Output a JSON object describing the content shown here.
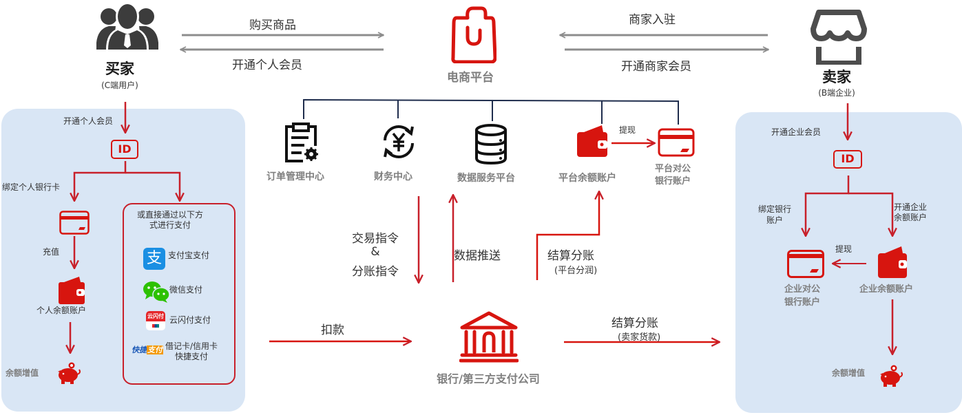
{
  "colors": {
    "accent_red": "#d7150f",
    "arrow_red": "#c8202a",
    "panel_blue": "#d9e6f5",
    "connector_navy": "#1f2d4d",
    "gray_arrow": "#8c8c8c",
    "icon_dark": "#3c3c3c",
    "label_gray": "#7f7f7f"
  },
  "buyer": {
    "icon": "users-icon",
    "title": "买家",
    "subtitle": "(C端用户)"
  },
  "platform": {
    "icon": "shopping-bag-icon",
    "title": "电商平台"
  },
  "seller": {
    "icon": "storefront-icon",
    "title": "卖家",
    "subtitle": "(B端企业)"
  },
  "top_flows": {
    "buy_goods": "购买商品",
    "open_personal_member": "开通个人会员",
    "merchant_join": "商家入驻",
    "open_merchant_member": "开通商家会员"
  },
  "platform_modules": [
    {
      "icon": "order-clipboard-gear-icon",
      "label": "订单管理中心"
    },
    {
      "icon": "yuan-refresh-icon",
      "label": "财务中心"
    },
    {
      "icon": "database-icon",
      "label": "数据服务平台"
    },
    {
      "icon": "wallet-icon",
      "label": "平台余额账户"
    },
    {
      "icon": "bank-card-icon",
      "label_line1": "平台对公",
      "label_line2": "银行账户"
    }
  ],
  "platform_withdraw": "提现",
  "middle_flows": {
    "trade_line1": "交易指令",
    "trade_line2": "&",
    "trade_line3": "分账指令",
    "data_push": "数据推送",
    "settle_platform": "结算分账",
    "settle_platform_sub": "(平台分润)",
    "deduct": "扣款",
    "settle_seller": "结算分账",
    "settle_seller_sub": "(卖家货款)"
  },
  "bank": {
    "icon": "bank-building-icon",
    "title": "银行/第三方支付公司"
  },
  "buyer_panel": {
    "open_member": "开通个人会员",
    "id_label": "ID",
    "bind_card": "绑定个人银行卡",
    "recharge": "充值",
    "balance_account": "个人余额账户",
    "appreciation": "余额增值",
    "pay_box_title_line1": "或直接通过以下方",
    "pay_box_title_line2": "式进行支付",
    "payment_methods": [
      {
        "icon": "alipay-icon",
        "icon_text": "支",
        "label": "支付宝支付"
      },
      {
        "icon": "wechat-icon",
        "label": "微信支付"
      },
      {
        "icon": "unionpay-quickpass-icon",
        "icon_text": "云闪付",
        "label": "云闪付支付"
      },
      {
        "icon": "quickpay-logo-icon",
        "icon_text1": "快捷",
        "icon_text2": "支付",
        "label_line1": "借记卡/信用卡",
        "label_line2": "快捷支付"
      }
    ]
  },
  "seller_panel": {
    "open_member": "开通企业会员",
    "id_label": "ID",
    "bind_account_line1": "绑定银行",
    "bind_account_line2": "账户",
    "open_balance_line1": "开通企业",
    "open_balance_line2": "余额账户",
    "withdraw": "提现",
    "corp_bank_line1": "企业对公",
    "corp_bank_line2": "银行账户",
    "corp_balance": "企业余额账户",
    "appreciation": "余额增值"
  }
}
